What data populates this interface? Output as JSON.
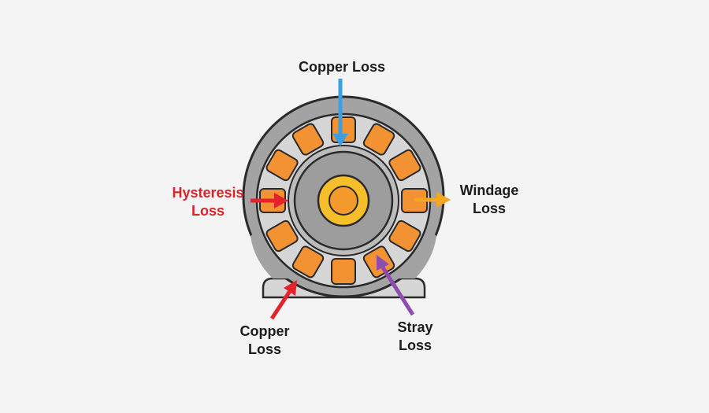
{
  "colors": {
    "background": "#f4f4f4",
    "outline": "#2a2a2a",
    "frame": "#a3a3a3",
    "stator_core": "#d6d6d6",
    "air_gap": "#bcbcbc",
    "rotor": "#9d9d9d",
    "winding_slot": "#f39233",
    "shaft_outer": "#f7be2c",
    "shaft_inner": "#f49a2c",
    "arrow_blue": "#3a9fe4",
    "arrow_red": "#e3232c",
    "arrow_orange": "#f5a623",
    "arrow_purple": "#8e4bb0",
    "label_red": "#d8232a",
    "label_dark": "#1c1c1c"
  },
  "labels": {
    "copper_loss_top": "Copper Loss",
    "hysteresis_loss": [
      "Hysteresis",
      "Loss"
    ],
    "windage_loss": [
      "Windage",
      "Loss"
    ],
    "copper_loss_bottom": [
      "Copper",
      "Loss"
    ],
    "stray_loss": [
      "Stray",
      "Loss"
    ]
  }
}
